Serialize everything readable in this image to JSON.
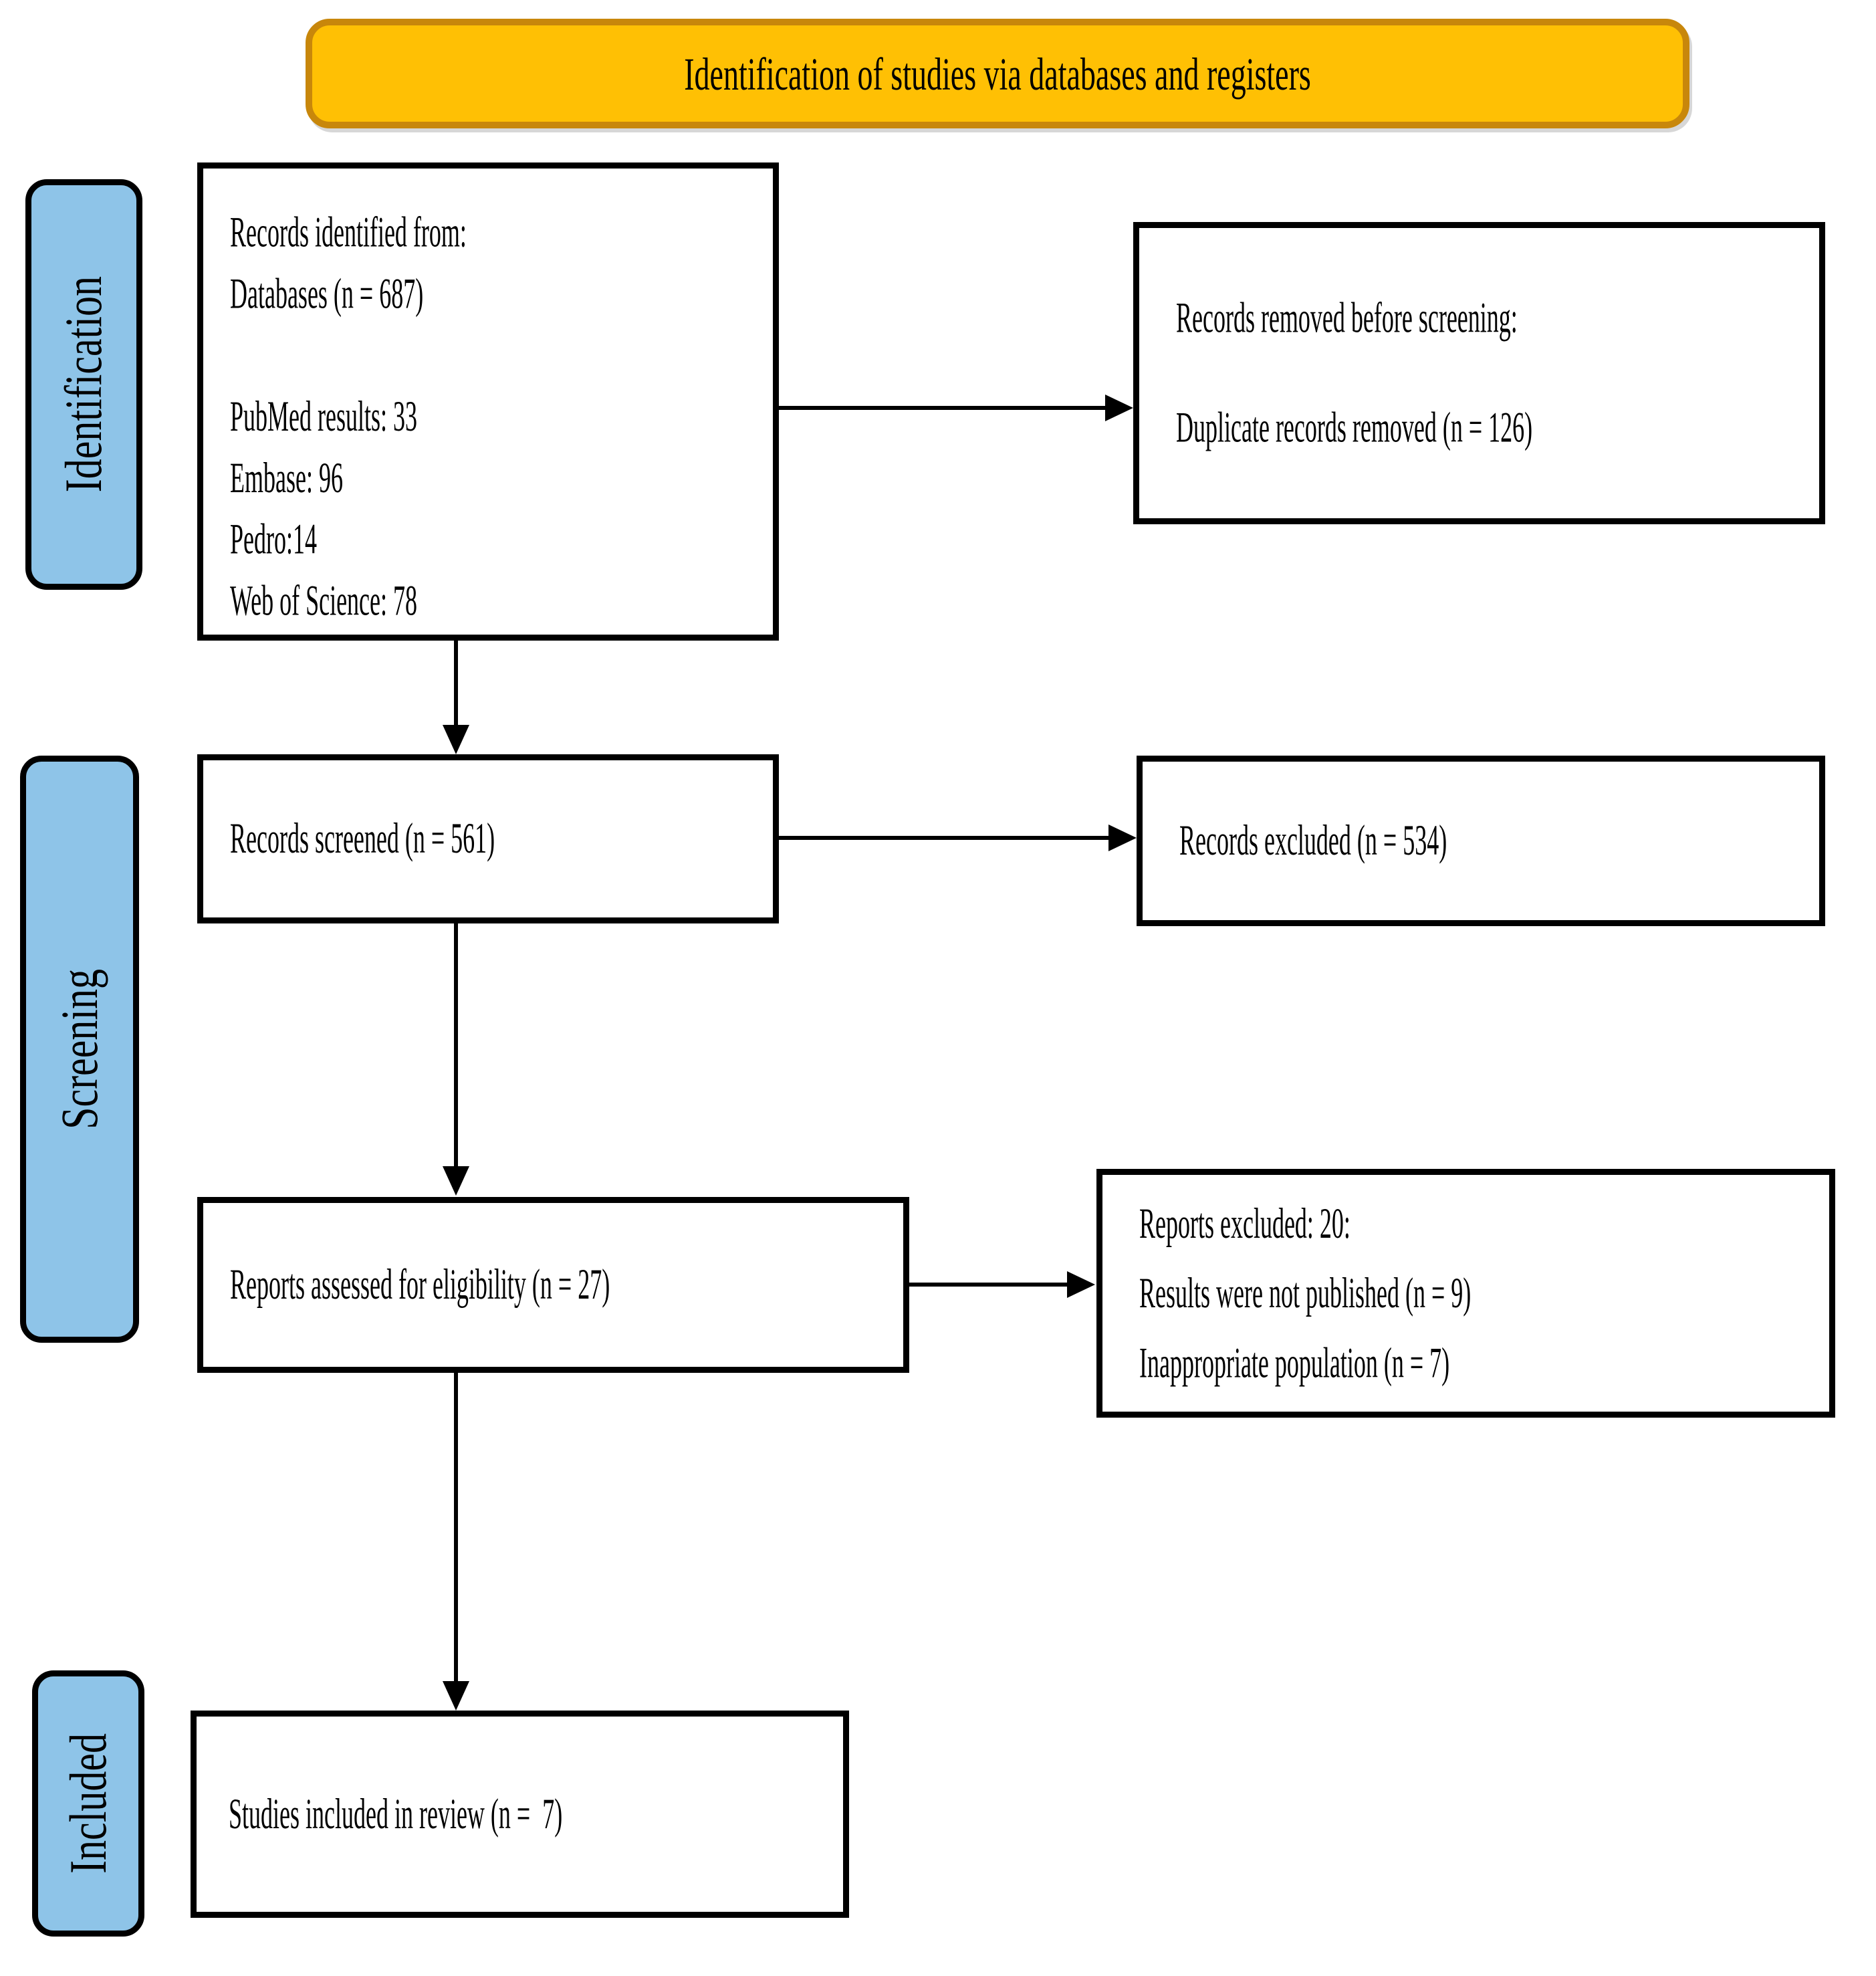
{
  "banner": {
    "label": "Identification of studies via databases and registers"
  },
  "stages": [
    {
      "label": "Identification"
    },
    {
      "label": "Screening"
    },
    {
      "label": "Included"
    }
  ],
  "boxes": {
    "records_identified": {
      "lines": [
        "Records identified from:",
        "Databases (n = 687)",
        "PubMed results: 33",
        "Embase: 96",
        "Pedro:14",
        "Web of Science: 78"
      ]
    },
    "records_removed": {
      "lines": [
        "Records removed before screening:",
        "Duplicate records removed (n = 126)"
      ]
    },
    "records_screened": {
      "label": "Records screened (n = 561)"
    },
    "records_excluded": {
      "label": "Records excluded (n = 534)"
    },
    "reports_assessed": {
      "label": "Reports assessed for eligibility (n = 27)"
    },
    "reports_excluded": {
      "lines": [
        "Reports excluded: 20:",
        "Results were not published (n = 9)",
        "Inappropriate population (n = 7)"
      ]
    },
    "studies_included": {
      "label": "Studies included in review (n =  7)"
    }
  },
  "colors": {
    "banner_fill": "#FFC004",
    "banner_border": "#C8870B",
    "stage_fill": "#8EC4E8",
    "box_border": "#000000",
    "background": "#FFFFFF"
  }
}
